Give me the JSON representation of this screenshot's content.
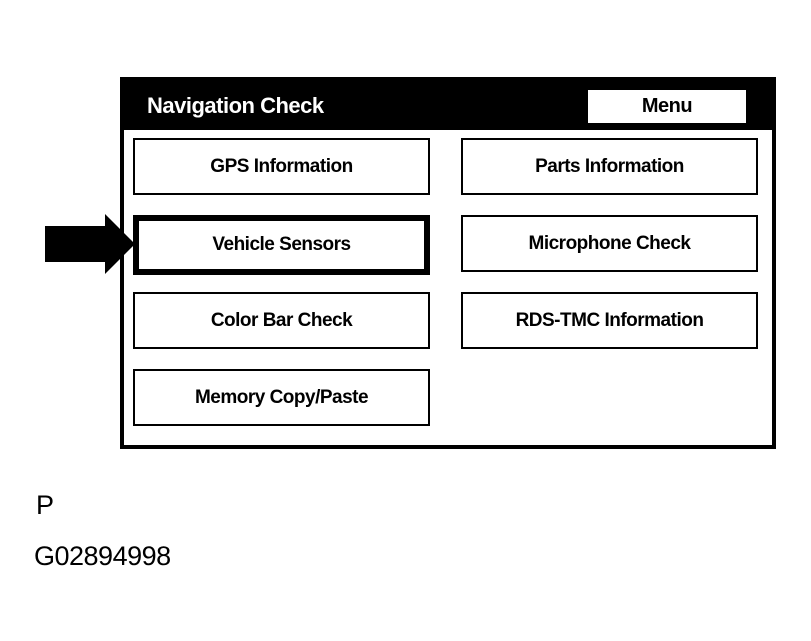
{
  "screen": {
    "title": "Navigation Check",
    "menu_button_label": "Menu",
    "buttons": [
      {
        "label": "GPS Information",
        "column": "left",
        "row": 1,
        "selected": false
      },
      {
        "label": "Parts Information",
        "column": "right",
        "row": 1,
        "selected": false
      },
      {
        "label": "Vehicle Sensors",
        "column": "left",
        "row": 2,
        "selected": true
      },
      {
        "label": "Microphone Check",
        "column": "right",
        "row": 2,
        "selected": false
      },
      {
        "label": "Color Bar Check",
        "column": "left",
        "row": 3,
        "selected": false
      },
      {
        "label": "RDS-TMC Information",
        "column": "right",
        "row": 3,
        "selected": false
      },
      {
        "label": "Memory Copy/Paste",
        "column": "left",
        "row": 4,
        "selected": false
      }
    ]
  },
  "annotations": {
    "figure_label": "P",
    "figure_id": "G02894998"
  },
  "colors": {
    "header_bg": "#000000",
    "header_text": "#ffffff",
    "button_bg": "#ffffff",
    "button_border": "#000000",
    "arrow": "#000000",
    "page_bg": "#ffffff"
  }
}
